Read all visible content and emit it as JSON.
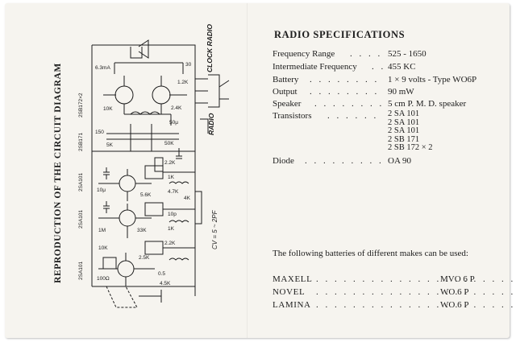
{
  "left_panel": {
    "title": "REPRODUCTION OF THE CIRCUIT DIAGRAM",
    "schematic": {
      "side_labels": [
        "CLOCK RADIO",
        "RADIO"
      ],
      "note": "CV = 5 ~ 2PF",
      "transistor_labels": [
        "2SB172×2",
        "2SB171",
        "2SA101",
        "2SA101",
        "2SA101"
      ],
      "part_labels": [
        "6.3mA",
        "10K",
        "2.4K",
        "1.2K",
        "5K",
        "50K",
        "50μ",
        "30",
        "150",
        "2.2K",
        "1K",
        "4.7K",
        "10μ",
        "5.6K",
        "1M",
        "4K",
        "33K",
        "10p",
        "1K",
        "2.2K",
        "0.5",
        "100Ω",
        "4.5K",
        "10K",
        "2.5K"
      ]
    }
  },
  "specifications": {
    "title": "RADIO SPECIFICATIONS",
    "rows": [
      {
        "label": "Frequency Range",
        "dots": ". . . .",
        "value": "525 - 1650"
      },
      {
        "label": "Intermediate Frequency",
        "dots": ". .",
        "value": "455 KC"
      },
      {
        "label": "Battery",
        "dots": ". . . . . . . .",
        "value": "1 × 9 volts - Type WO6P"
      },
      {
        "label": "Output",
        "dots": ". . . . . . . .",
        "value": "90 mW"
      },
      {
        "label": "Speaker",
        "dots": ". . . . . . . .",
        "value": "5 cm P. M. D. speaker"
      }
    ],
    "transistors": {
      "label": "Transistors",
      "dots": ". . . . . .",
      "values": [
        "2 SA 101",
        "2 SA 101",
        "2 SA 101",
        "2 SB 171",
        "2 SB 172 × 2"
      ]
    },
    "diode": {
      "label": "Diode",
      "dots": ". . . . . . . . .",
      "value": "OA 90"
    }
  },
  "batteries": {
    "note": "The following batteries of different makes can be used:",
    "dots": ". . . . . . . . . . . . . . . . . . . . . . . .",
    "items": [
      {
        "brand": "MAXELL",
        "model": "MVO 6 P"
      },
      {
        "brand": "NOVEL",
        "model": "WO 6 P"
      },
      {
        "brand": "LAMINA",
        "model": "WO 6 P"
      }
    ]
  }
}
